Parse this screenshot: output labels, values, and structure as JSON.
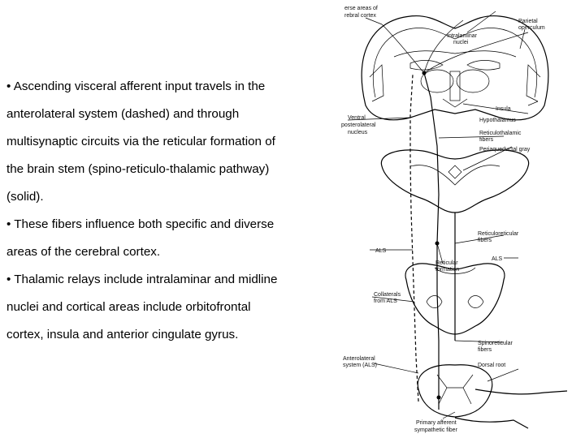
{
  "text": {
    "lines": [
      "• Ascending visceral afferent input travels in the",
      "anterolateral system (dashed) and through",
      "multisynaptic circuits via the reticular formation of",
      "the brain stem (spino-reticulo-thalamic pathway)",
      "(solid).",
      "• These fibers influence both specific and diverse",
      "areas of the cerebral cortex.",
      "• Thalamic relays include intralaminar and midline",
      "nuclei and cortical areas include orbitofrontal",
      "cortex, insula and anterior cingulate gyrus."
    ]
  },
  "diagram": {
    "labels": {
      "cortex_top": "erse areas of",
      "cortex_bottom": "rebral cortex",
      "intralaminar_top": "Intralaminar",
      "intralaminar_bottom": "nuclei",
      "parietal_top": "Parietal",
      "parietal_bottom": "operculum",
      "insula": "Insula",
      "hypothalamus": "Hypothalamus",
      "ventral_1": "Ventral",
      "ventral_2": "posterolateral",
      "ventral_3": "nucleus",
      "reticulothalamic_top": "Reticulothalamic",
      "reticulothalamic_bottom": "fibers",
      "periaqueductal": "Periaqueductal gray",
      "als_left": "ALS",
      "reticuloreticular_top": "Reticuloreticular",
      "reticuloreticular_bottom": "fibers",
      "als_right": "ALS",
      "reticular_formation_top": "Reticular",
      "reticular_formation_bottom": "formation",
      "collaterals_top": "Collaterals",
      "collaterals_bottom": "from ALS",
      "spinoreticular_top": "Spinoreticular",
      "spinoreticular_bottom": "fibers",
      "dorsal_root": "Dorsal root",
      "anterolateral_top": "Anterolateral",
      "anterolateral_bottom": "system (ALS)",
      "primary_afferent_top": "Primary afferent",
      "primary_afferent_bottom": "sympathetic fiber"
    }
  }
}
